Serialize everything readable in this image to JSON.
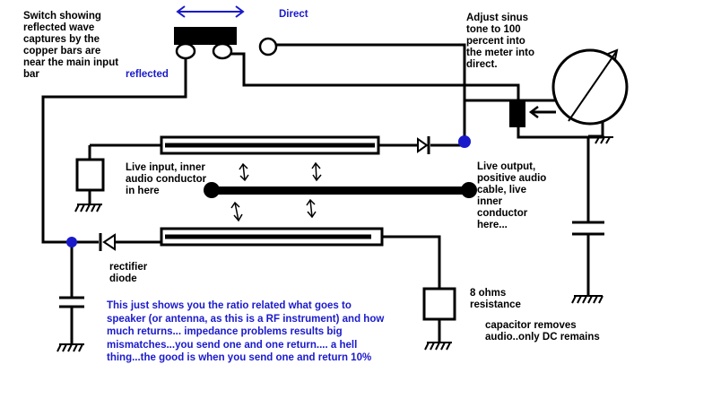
{
  "labels": {
    "switch_note": "Switch showing\nreflected wave\ncaptures by the\ncopper bars are\nnear the main input\nbar",
    "reflected": "reflected",
    "direct": "Direct",
    "adjust_note": "Adjust sinus\ntone to 100\npercent into\nthe meter into\ndirect.",
    "live_input": "Live input, inner\naudio conductor\nin here",
    "live_output": "Live output,\npositive audio\ncable, live\ninner\nconductor\nhere...",
    "rectifier": "rectifier\ndiode",
    "eight_ohms": "8 ohms\nresistance",
    "capacitor_note": "capacitor removes\naudio..only DC remains",
    "explanation": "This just shows you the ratio related what goes to\nspeaker (or antenna, as this is a RF instrument) and how\nmuch returns... impedance problems results big\nmismatches...you send one and one return.... a hell\nthing...the good is when you send one and return 10%"
  },
  "colors": {
    "line": "#000000",
    "annotation_blue": "#1a1acc",
    "junction": "#1a1acc",
    "background": "#ffffff"
  }
}
